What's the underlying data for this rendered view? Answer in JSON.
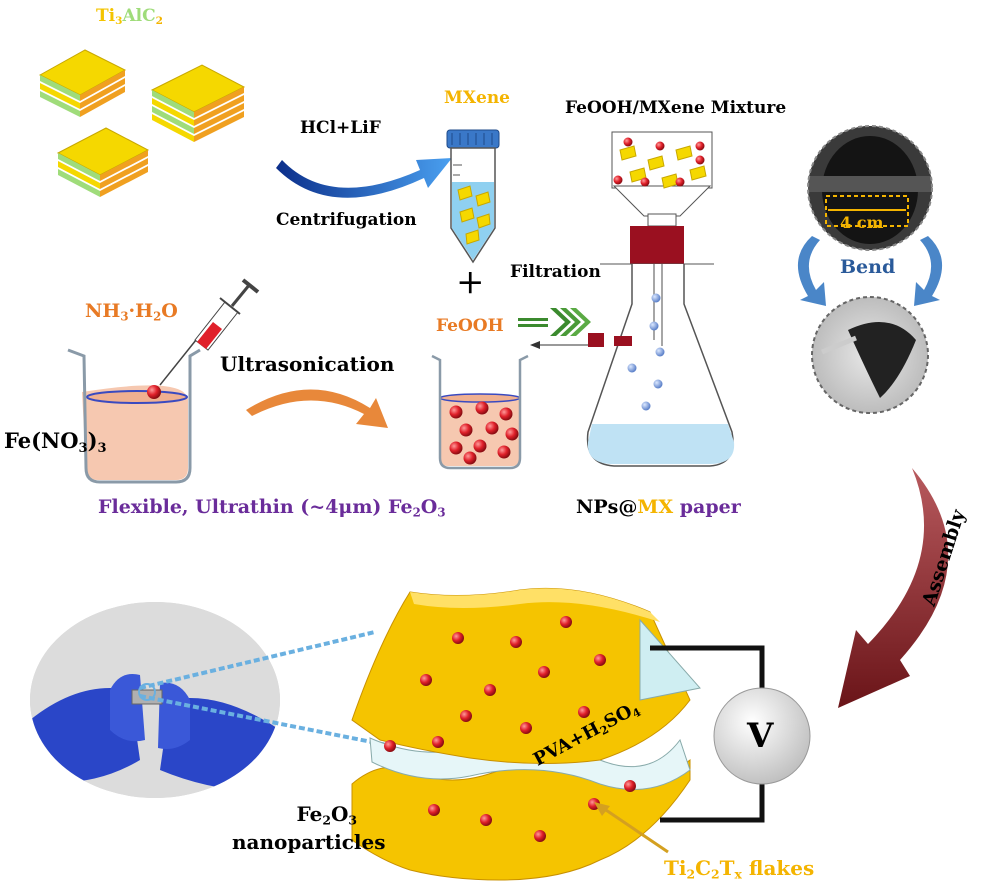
{
  "labels": {
    "ti3alc2": {
      "p1": "Ti",
      "s1": "3",
      "p2": "AlC",
      "s2": "2"
    },
    "hcl_lif": "HCl+LiF",
    "centrifugation": "Centrifugation",
    "mxene": "MXene",
    "mixture": "FeOOH/MXene Mixture",
    "filtration": "Filtration",
    "feooh": "FeOOH",
    "plus": "+",
    "nh3": {
      "p1": "NH",
      "s1": "3",
      "p2": "·H",
      "s2": "2",
      "p3": "O"
    },
    "ultrasonication": "Ultrasonication",
    "fe_no3": {
      "p1": "Fe(NO",
      "s1": "3",
      "p2": ")",
      "s2": "3"
    },
    "bottom_title": {
      "p1": "Flexible, Ultrathin (~4μm) Fe",
      "s1": "2",
      "p2": "O",
      "s2": "3"
    },
    "nps_paper": {
      "p1": "NPs@",
      "p2": "MX",
      "p3": " paper"
    },
    "four_cm": "4 cm",
    "bend": "Bend",
    "assembly": "Assembly",
    "voltmeter": "V",
    "electrolyte": {
      "p1": "PVA+H",
      "s1": "2",
      "p2": "SO",
      "s2": "4"
    },
    "nanoparticles": {
      "p1": "Fe",
      "s1": "2",
      "p2": "O",
      "s2": "3",
      "line2": "nanoparticles"
    },
    "flakes": {
      "p1": "Ti",
      "s1": "2",
      "p2": "C",
      "s2": "2",
      "p3": "T",
      "s3": "x",
      "p4": " flakes"
    }
  },
  "colors": {
    "mxene_yellow": "#f5d800",
    "mxene_green": "#9fdc7a",
    "mxene_orange": "#f0a020",
    "particle_red": "#e0202a",
    "arrow_blue": "#1e5ec8",
    "arrow_orange": "#e8883a",
    "arrow_maroon": "#7a1e22",
    "bend_blue": "#4a86c8",
    "filtration_green": "#3b8a2e",
    "label_orange": "#e87a24",
    "label_purple": "#6a2c9a",
    "label_gold": "#f4b400",
    "liquid_peach": "#f6c8b0",
    "liquid_blue": "#bfe2f4"
  }
}
